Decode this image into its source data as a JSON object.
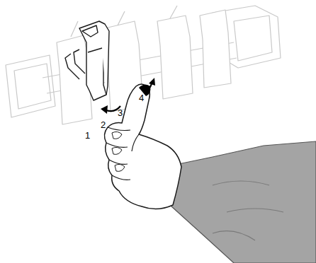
{
  "diagram": {
    "labels": [
      "1",
      "2",
      "3",
      "4"
    ]
  }
}
